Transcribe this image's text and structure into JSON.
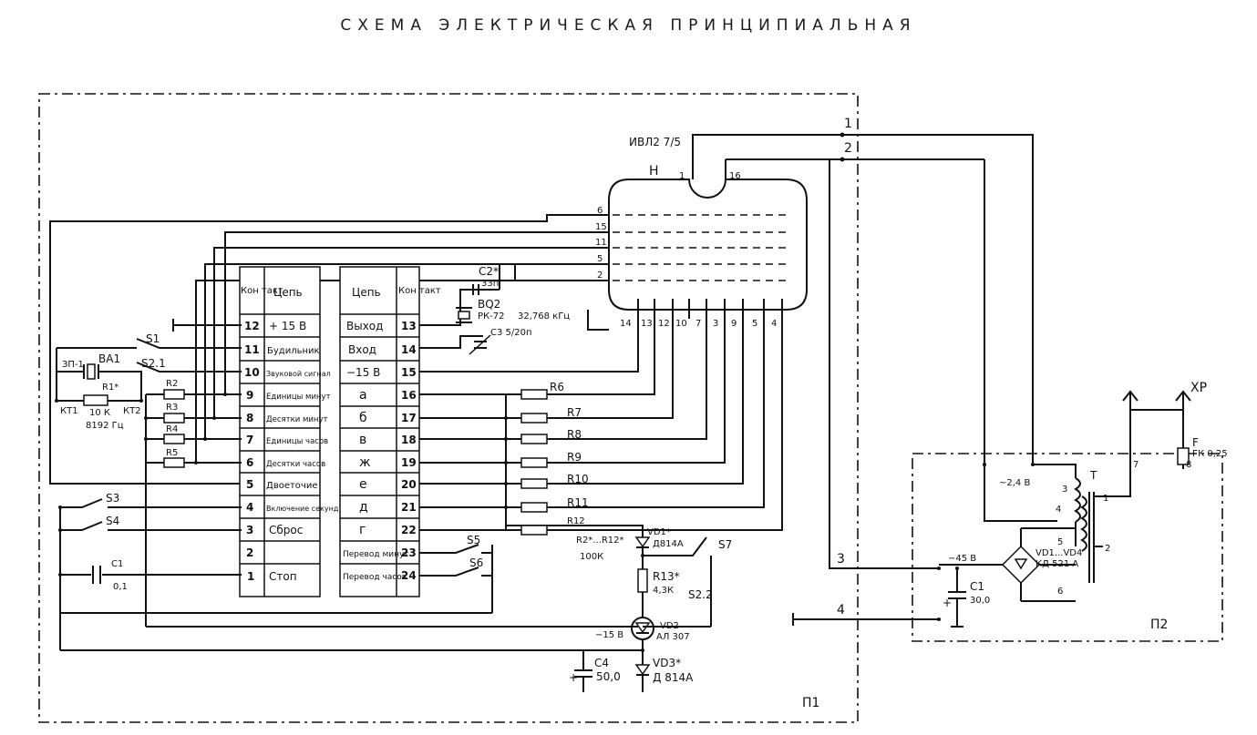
{
  "title": "СХЕМА ЭЛЕКТРИЧЕСКАЯ ПРИНЦИПИАЛЬНАЯ",
  "indicator": {
    "type_label": "ИВЛ2 7/5",
    "ref": "Н",
    "pins_top": [
      "1",
      "16"
    ],
    "pins_left": [
      "6",
      "15",
      "11",
      "5",
      "2"
    ],
    "pins_bottom": [
      "14",
      "13",
      "12",
      "10",
      "7",
      "3",
      "9",
      "5",
      "4"
    ]
  },
  "left_table": {
    "header_contact": "Кон такт",
    "header_circuit": "Цепь",
    "rows": [
      {
        "pin": "12",
        "name": "+ 15 В"
      },
      {
        "pin": "11",
        "name": "Будильник"
      },
      {
        "pin": "10",
        "name": "Звуковой сигнал"
      },
      {
        "pin": "9",
        "name": "Единицы минут"
      },
      {
        "pin": "8",
        "name": "Десятки минут"
      },
      {
        "pin": "7",
        "name": "Единицы часов"
      },
      {
        "pin": "6",
        "name": "Десятки часов"
      },
      {
        "pin": "5",
        "name": "Двоеточие"
      },
      {
        "pin": "4",
        "name": "Включение секунд"
      },
      {
        "pin": "3",
        "name": "Сброс"
      },
      {
        "pin": "2",
        "name": ""
      },
      {
        "pin": "1",
        "name": "Стоп"
      }
    ]
  },
  "right_table": {
    "header_circuit": "Цепь",
    "header_contact": "Кон такт",
    "rows": [
      {
        "name": "Выход",
        "pin": "13"
      },
      {
        "name": "Вход",
        "pin": "14"
      },
      {
        "name": "−15 В",
        "pin": "15"
      },
      {
        "name": "а",
        "pin": "16"
      },
      {
        "name": "б",
        "pin": "17"
      },
      {
        "name": "в",
        "pin": "18"
      },
      {
        "name": "ж",
        "pin": "19"
      },
      {
        "name": "е",
        "pin": "20"
      },
      {
        "name": "д",
        "pin": "21"
      },
      {
        "name": "г",
        "pin": "22"
      },
      {
        "name": "Перевод минут",
        "pin": "23"
      },
      {
        "name": "Перевод часов",
        "pin": "24"
      }
    ]
  },
  "components": {
    "s1": "S1",
    "s2_1": "S2.1",
    "ba1": "ВА1",
    "zp1": "ЗП-1",
    "r1": "R1*",
    "r1_value": "10 К",
    "kt1": "КТ1",
    "kt2": "КТ2",
    "freq": "8192 Гц",
    "r2": "R2",
    "r3": "R3",
    "r4": "R4",
    "r5": "R5",
    "s3": "S3",
    "s4": "S4",
    "c1": "С1",
    "c1_value": "0,1",
    "c2": "С2*",
    "c2_value": "33п",
    "bq2": "ВQ2",
    "bq2_type": "РК-72",
    "bq2_freq": "32,768 кГц",
    "c3": "С3 5/20п",
    "r6": "R6",
    "r7": "R7",
    "r8": "R8",
    "r9": "R9",
    "r10": "R10",
    "r11": "R11",
    "r12": "R12",
    "r_note": "R2*...R12*",
    "r_note_value": "100К",
    "vd1": "VD1*",
    "vd1_type": "Д814А",
    "s7": "S7",
    "r13": "R13*",
    "r13_value": "4,3К",
    "s2_2": "S2.2",
    "s5": "S5",
    "s6": "S6",
    "vd2": "VD2",
    "vd2_type": "АЛ 307",
    "minus15": "−15 В",
    "c4": "С4",
    "c4_value": "50,0",
    "vd3": "VD3*",
    "vd3_type": "Д 814А",
    "block_p1": "П1",
    "block_p2": "П2",
    "conn_1": "1",
    "conn_2": "2",
    "conn_3": "3",
    "conn_4": "4",
    "xp": "ХР",
    "fuse": "F",
    "fuse_value": "ГК 0,25",
    "trans_v": "~2,4 В",
    "trans": "Т",
    "p2_minus45": "−45 В",
    "c1b": "С1",
    "c1b_value": "30,0",
    "bridge": "VD1...VD4",
    "bridge_type": "КД 521 А",
    "p2_pins": [
      "1",
      "2",
      "3",
      "4",
      "5",
      "6",
      "7",
      "8"
    ]
  }
}
